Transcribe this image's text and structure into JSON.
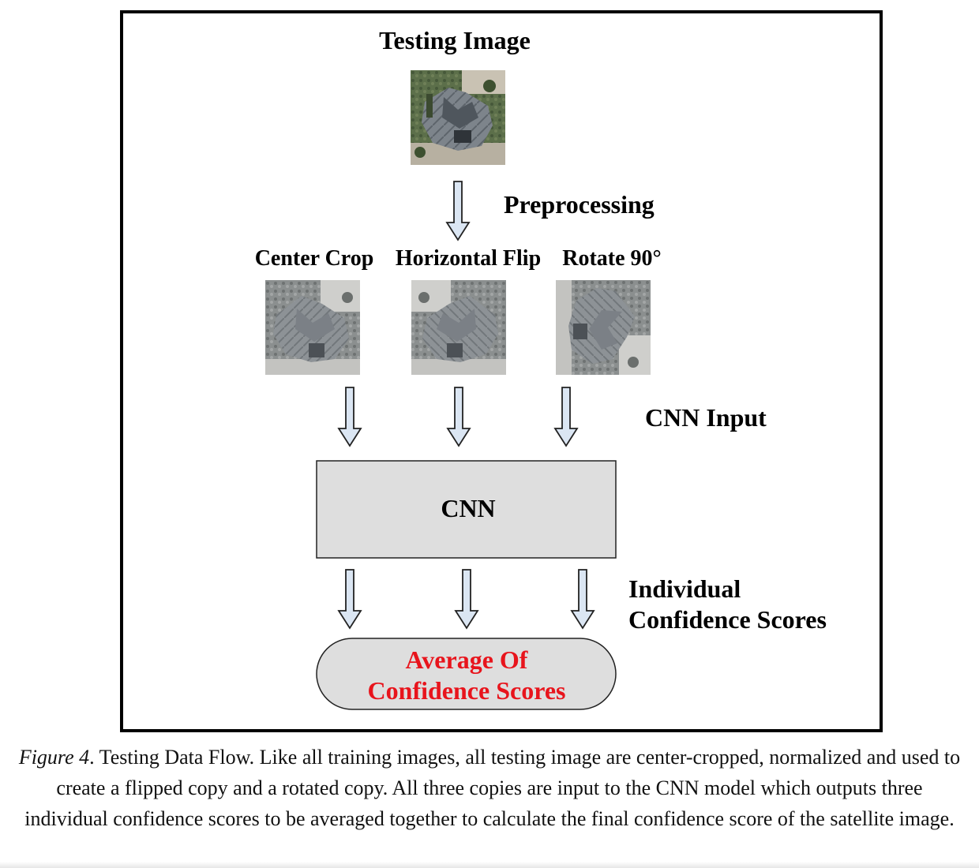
{
  "diagram": {
    "title": "Testing Image",
    "preprocessing_label": "Preprocessing",
    "transforms": [
      "Center Crop",
      "Horizontal Flip",
      "Rotate 90°"
    ],
    "cnn_input_label": "CNN Input",
    "cnn_box_label": "CNN",
    "individual_scores_label": [
      "Individual",
      "Confidence Scores"
    ],
    "average_label": [
      "Average Of",
      "Confidence Scores"
    ],
    "average_color": "#e8141c"
  },
  "caption": {
    "figure_label": "Figure 4",
    "text": ". Testing Data Flow. Like all training images, all testing image are center-cropped, normalized and used to create a flipped copy and a rotated copy. All three copies are input to the CNN model which outputs three individual confidence scores to be averaged together to calculate the final confidence score of the satellite image."
  }
}
